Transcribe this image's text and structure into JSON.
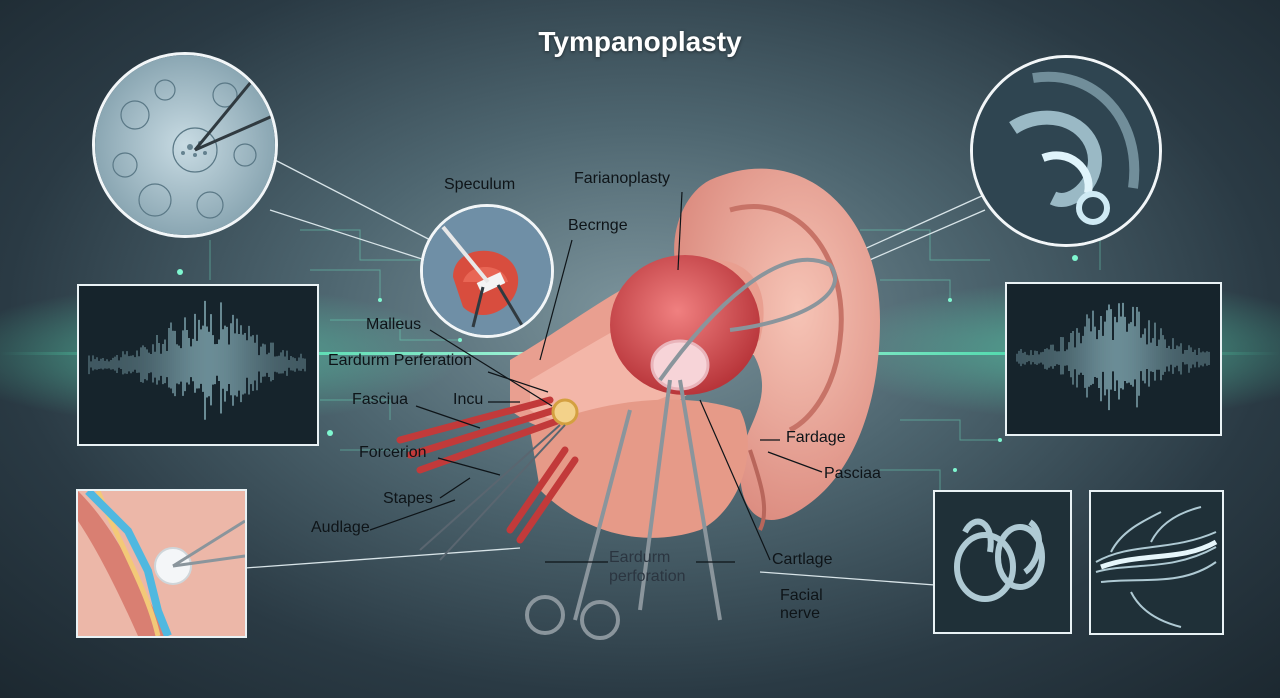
{
  "title": "Tympanoplasty",
  "labels": {
    "speculum": "Speculum",
    "farianoplasty": "Farianoplasty",
    "becrnge": "Becrnge",
    "malleus": "Malleus",
    "eardrum_perforation_left": "Eardurm Perferation",
    "fasciua": "Fasciua",
    "incu": "Incu",
    "forcerion": "Forcerion",
    "stapes": "Stapes",
    "audlage": "Audlage",
    "eardrum_perforation_bottom_1": "Eardurm",
    "eardrum_perforation_bottom_2": "perforation",
    "fardage": "Fardage",
    "pasciaa": "Pasciaa",
    "cartlage": "Cartlage",
    "facial_1": "Facial",
    "facial_2": "nerve"
  },
  "colors": {
    "background": "#3f5560",
    "glow": "#4fe0b0",
    "skin": "#e8a99a",
    "tissue_red": "#d24a4a",
    "panel_border": "#e9f2f5",
    "wave": "#bff4ff"
  }
}
